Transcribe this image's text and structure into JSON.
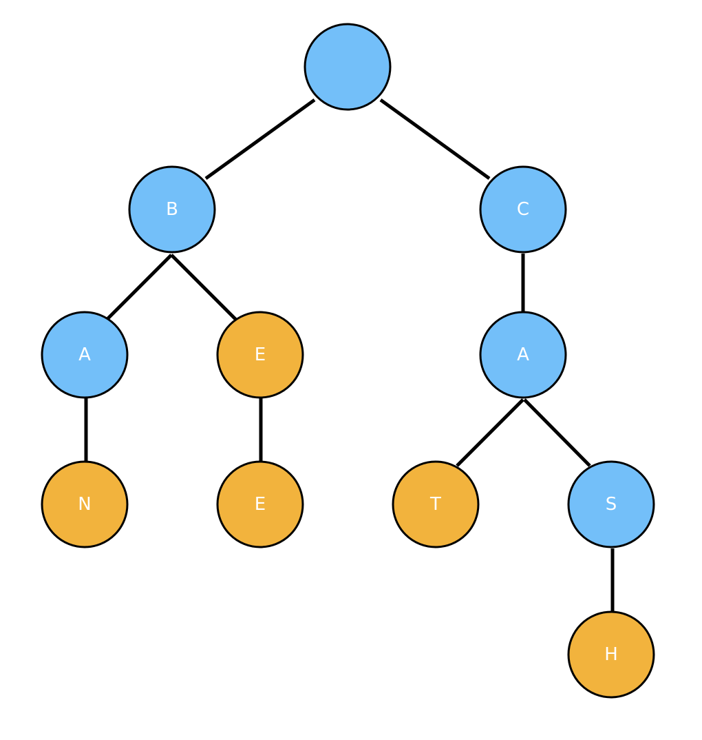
{
  "colors": {
    "internal": "#73BFF9",
    "word_end": "#F2B33D"
  },
  "tree": {
    "root": {
      "label": "",
      "kind": "internal"
    },
    "b": {
      "label": "B",
      "kind": "internal"
    },
    "c": {
      "label": "C",
      "kind": "internal"
    },
    "b_a": {
      "label": "A",
      "kind": "internal"
    },
    "b_e": {
      "label": "E",
      "kind": "word_end"
    },
    "c_a": {
      "label": "A",
      "kind": "internal"
    },
    "b_a_n": {
      "label": "N",
      "kind": "word_end"
    },
    "b_e_e": {
      "label": "E",
      "kind": "word_end"
    },
    "c_a_t": {
      "label": "T",
      "kind": "word_end"
    },
    "c_a_s": {
      "label": "S",
      "kind": "internal"
    },
    "c_a_s_h": {
      "label": "H",
      "kind": "word_end"
    }
  }
}
